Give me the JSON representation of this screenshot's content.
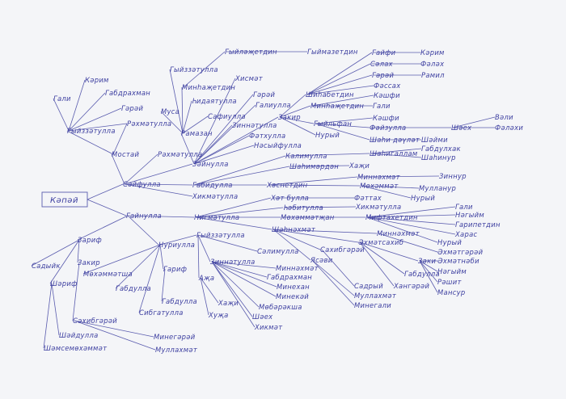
{
  "root": "Кәпәй",
  "nodes": {
    "n1": "Сәйфулла",
    "n2": "Гайнулла",
    "n3": "Мостай",
    "n4": "Гыйззәтулла",
    "n5": "Гали",
    "n6": "Кәрим",
    "n7": "Габдрахман",
    "n8": "Гәрәй",
    "n9": "Рәхмәтулла",
    "n10": "Рәхмәтулла",
    "n11": "Зәйнулла",
    "n12": "Габидулла",
    "n13": "Хикмәтулла",
    "n14": "Рамазан",
    "n15": "Муса",
    "n16": "Сафиулла",
    "n17": "Гыйззәтулла",
    "n18": "Минһаҗетдин",
    "n19": "Һидаятулла",
    "n20": "Гыйләҗетдин",
    "n21": "Гыймазетдин",
    "n22": "Хисмәт",
    "n23": "Гәрәй",
    "n24": "Галиулла",
    "n25": "Зиннәтулла",
    "n26": "Фәтхулла",
    "n27": "Нәсыйфулла",
    "n28": "Закир",
    "n29": "Шиһабетдин",
    "n30": "Минһаҗетдин",
    "n31": "Гыйльфан",
    "n32": "Нурый",
    "n33": "Калимулла",
    "n34": "Шаһимәрдән",
    "n35": "Хәснетдин",
    "n36": "Гайфи",
    "n37": "Сәлах",
    "n38": "Гәрәй",
    "n39": "Фәссах",
    "n40": "Кәшфи",
    "n41": "Гали",
    "n42": "Кәрим",
    "n43": "Фәләх",
    "n44": "Рамил",
    "n45": "Кәшфи",
    "n46": "Фәйзулла",
    "n47": "Шаһи дәүләт",
    "n48": "Шаһигаллам",
    "n49": "Шәех",
    "n50": "Вәли",
    "n51": "Фәләхи",
    "n52": "Шәйми",
    "n53": "Габдулхак",
    "n54": "Шаһинур",
    "n55": "Хаҗи",
    "n56": "Миннәхмәт",
    "n57": "Мөхәммәт",
    "n58": "Зиннур",
    "n59": "Мулланур",
    "n60": "Нурый",
    "n61": "Нигмәтулла",
    "n62": "Хәт булла",
    "n63": "Һәбитулла",
    "n64": "Мөхәммәтҗан",
    "n65": "Шаһнәхмәт",
    "n66": "Фәттах",
    "n67": "Хикмәтулла",
    "n68": "Мифтахетдин",
    "n69": "Гали",
    "n70": "Нәгыйм",
    "n71": "Гарипетдин",
    "n72": "Харас",
    "n73": "Нурый",
    "n74": "Миннәхмәт",
    "n75": "Әхмәтсахиб",
    "n76": "Әхмәтгәрәй",
    "n77": "Зәки",
    "n78": "Әхмәтнәби",
    "n79": "Нәгыйм",
    "n80": "Рәшит",
    "n81": "Мансур",
    "n82": "Сахибгәрәй",
    "n83": "Ясәви",
    "n84": "Габдулла",
    "n85": "Хангәрәй",
    "n86": "Садрый",
    "n87": "Муллахмәт",
    "n88": "Минегали",
    "n89": "Зариф",
    "n90": "Закир",
    "n91": "Садыйк",
    "n92": "Шәриф",
    "n93": "Шәйдулла",
    "n94": "Шәмсемөхәммәт",
    "n95": "Сәхибгәрәй",
    "n96": "Минегәрәй",
    "n97": "Муллахмәт",
    "n98": "Нуриулла",
    "n99": "Гыйззәтулла",
    "n100": "Мөхәммәтша",
    "n101": "Габдулла",
    "n102": "Гариф",
    "n103": "Сибгатулла",
    "n104": "Габдулла",
    "n105": "Зиннәтулла",
    "n106": "Сәлимулла",
    "n107": "Миннәхмәт",
    "n108": "Габдрахман",
    "n109": "Минехан",
    "n110": "Минекәй",
    "n111": "Мөбәрәкша",
    "n112": "Шәех",
    "n113": "Хикмәт",
    "n114": "Аҗа",
    "n115": "Хаҗи",
    "n116": "Хуҗа"
  },
  "colors": {
    "ink": "#3d3fa0",
    "paper": "#f4f5f8"
  }
}
